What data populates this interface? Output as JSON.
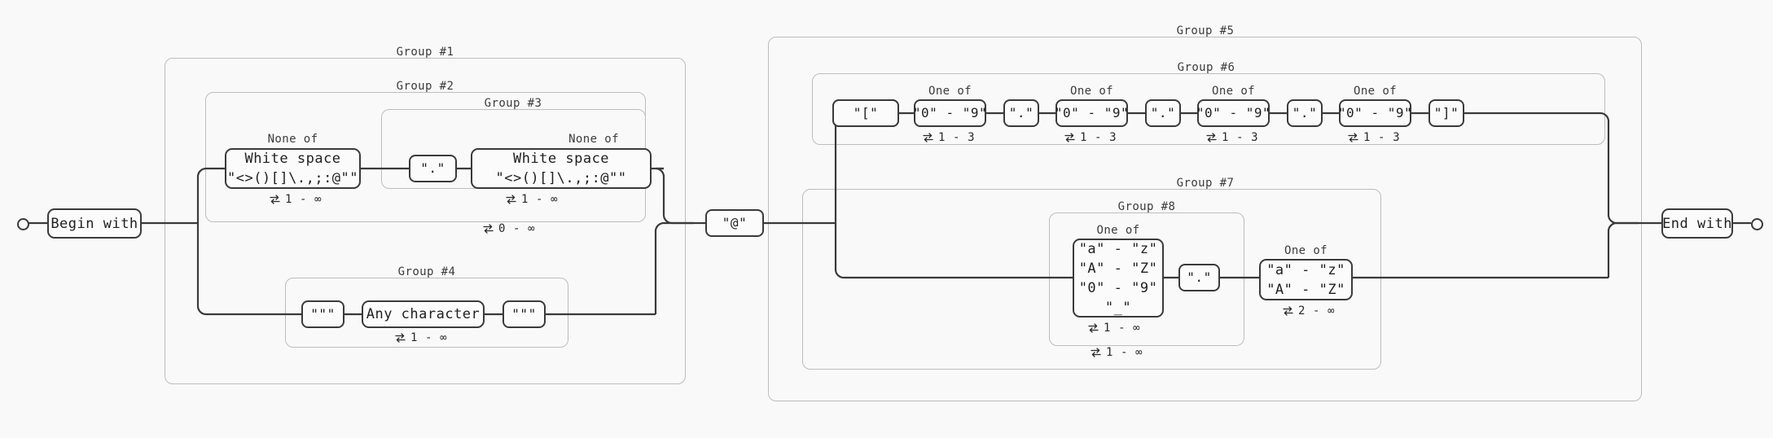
{
  "diagram": {
    "title": "Regular expression railroad diagram",
    "background_color": "#f9f9f9",
    "node_border_color": "#3a3a3a",
    "group_border_color": "#bdbdbd",
    "text_color": "#1f1f1f"
  },
  "anchors": {
    "begin": "Begin with",
    "end": "End with"
  },
  "captions": {
    "one_of": "One of",
    "none_of": "None of"
  },
  "quantifiers": {
    "one_to_inf": "1 - ∞",
    "zero_to_inf": "0 - ∞",
    "one_to_three": "1 - 3",
    "two_to_inf": "2 - ∞"
  },
  "groups": {
    "g1": "Group #1",
    "g2": "Group #2",
    "g3": "Group #3",
    "g4": "Group #4",
    "g5": "Group #5",
    "g6": "Group #6",
    "g7": "Group #7",
    "g8": "Group #8"
  },
  "nodes": {
    "whitespace_class_1": {
      "line1": "White space",
      "line2": "\"<>()[]\\.,;:@\"\""
    },
    "whitespace_class_2": {
      "line1": "White space",
      "line2": "\"<>()[]\\.,;:@\"\""
    },
    "dot_g2": "\".\"",
    "dot_g3": "\".\"",
    "quote_open": "\"\"\"",
    "any_character": "Any character",
    "quote_close": "\"\"\"",
    "at_sign": "\"@\"",
    "bracket_open": "\"[\"",
    "bracket_close": "\"]\"",
    "digit_1": "\"0\" - \"9\"",
    "digit_2": "\"0\" - \"9\"",
    "digit_3": "\"0\" - \"9\"",
    "digit_4": "\"0\" - \"9\"",
    "dot_ip_1": "\".\"",
    "dot_ip_2": "\".\"",
    "dot_ip_3": "\".\"",
    "domain_class": {
      "line1": "\"a\" - \"z\"",
      "line2": "\"A\" - \"Z\"",
      "line3": "\"0\" - \"9\"",
      "line4": "\"_\""
    },
    "dot_domain": "\".\"",
    "tld_class": {
      "line1": "\"a\" - \"z\"",
      "line2": "\"A\" - \"Z\""
    }
  }
}
